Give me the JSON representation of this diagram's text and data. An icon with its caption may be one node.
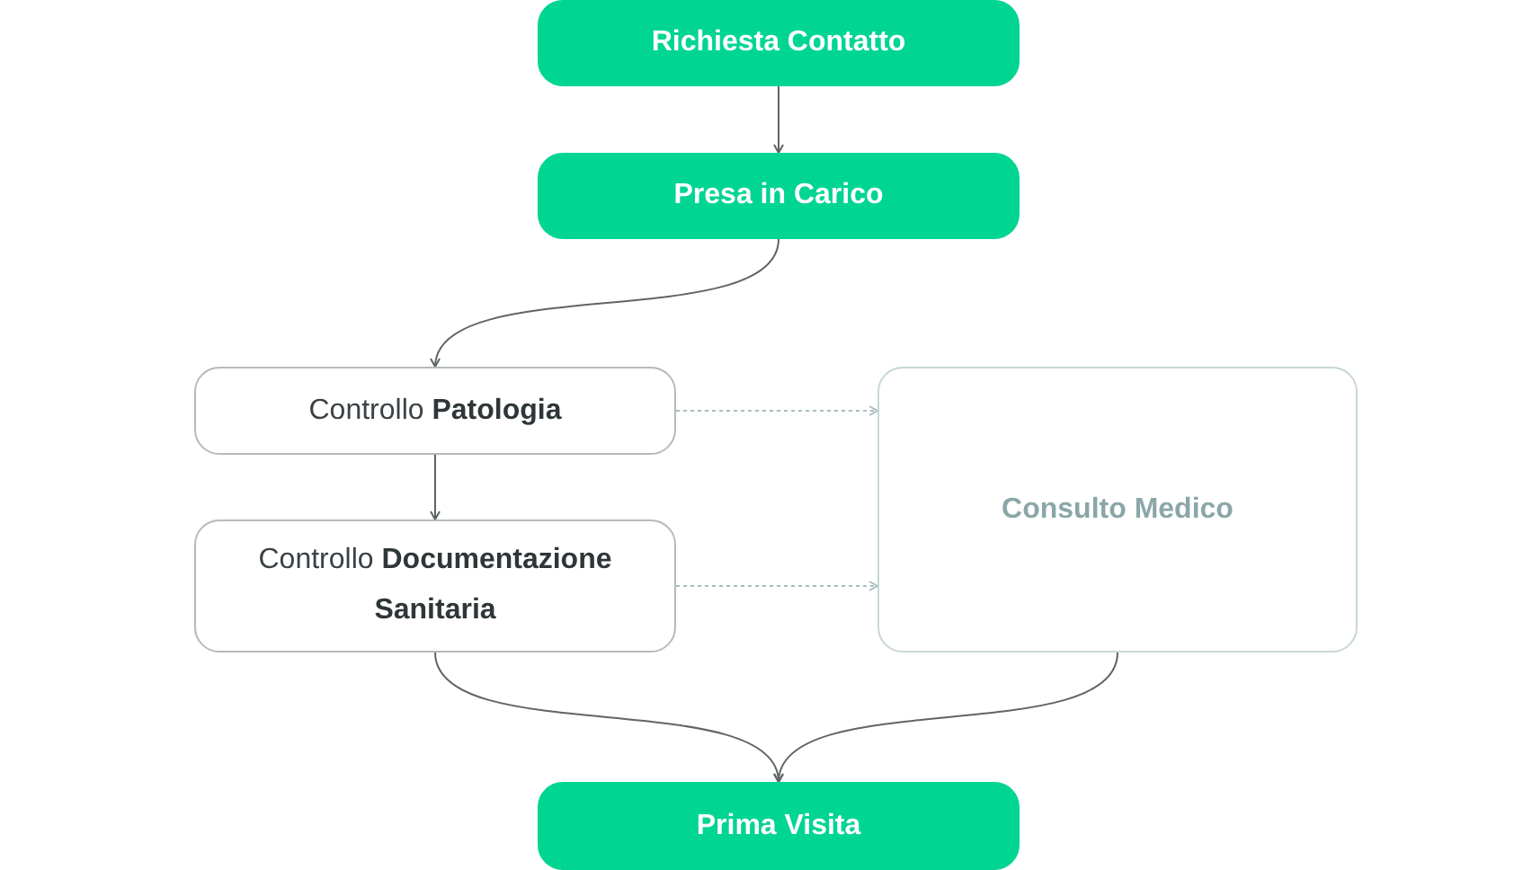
{
  "diagram": {
    "nodes": [
      {
        "text": [
          "Richiesta Contatto"
        ]
      },
      {
        "text": [
          "Presa in Carico"
        ]
      },
      {
        "text": [
          "Controllo **Patologia**"
        ]
      },
      {
        "text": [
          "Controllo **Documentazione Sanitaria**"
        ]
      },
      {
        "text": [
          "Consulto Medico"
        ]
      },
      {
        "text": [
          "Prima Visita"
        ]
      }
    ],
    "edges": [
      {
        "from": 0,
        "to": 1,
        "arrow": "to"
      },
      {
        "from": 1,
        "to": 2,
        "arrow": "to"
      },
      {
        "from": 2,
        "to": 3,
        "arrow": "to"
      },
      {
        "from": 2,
        "to": 4,
        "arrow": "to",
        "style": "dashed",
        "color": "#a9bfc0"
      },
      {
        "from": 3,
        "to": 4,
        "arrow": "to",
        "style": "dashed",
        "color": "#a9bfc0"
      },
      {
        "from": 3,
        "to": 5,
        "arrow": "to"
      },
      {
        "from": 4,
        "to": 5,
        "arrow": "to"
      }
    ]
  }
}
